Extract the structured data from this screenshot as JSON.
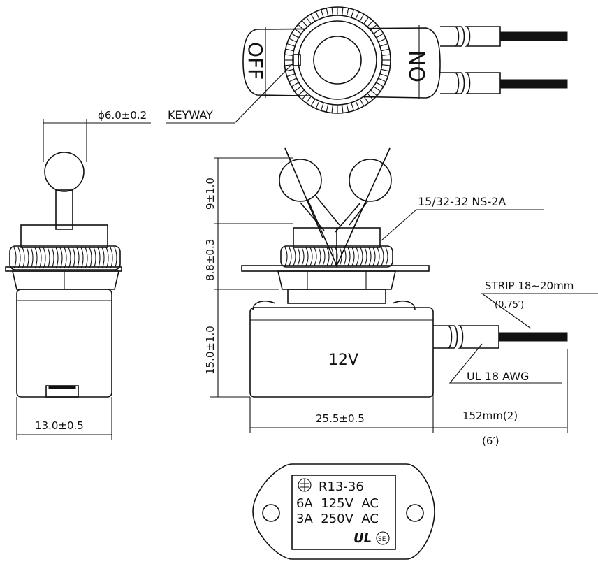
{
  "labels": {
    "keyway": "KEYWAY",
    "off": "OFF",
    "on": "ON",
    "toggle_diameter": "ϕ6.0±0.2",
    "thread": "15/32-32 NS-2A",
    "strip": "STRIP 18~20mm",
    "strip_in": "(0.75′)",
    "wire_gauge": "UL 18 AWG",
    "voltage": "12V",
    "dim_lever": "9±1.0",
    "dim_bushing": "8.8±0.3",
    "dim_body_height": "15.0±1.0",
    "dim_side_width": "13.0±0.5",
    "dim_body_width": "25.5±0.5",
    "dim_lead_length": "152mm(2)",
    "dim_lead_length_ft": "(6′)"
  },
  "plate": {
    "model": "R13-36",
    "rating_1": "6A  125V  AC",
    "rating_2": "3A  250V  AC",
    "cert_mark": "UL",
    "cert_mark_2": "SE"
  },
  "colors": {
    "line": "#111111",
    "background": "#ffffff"
  }
}
